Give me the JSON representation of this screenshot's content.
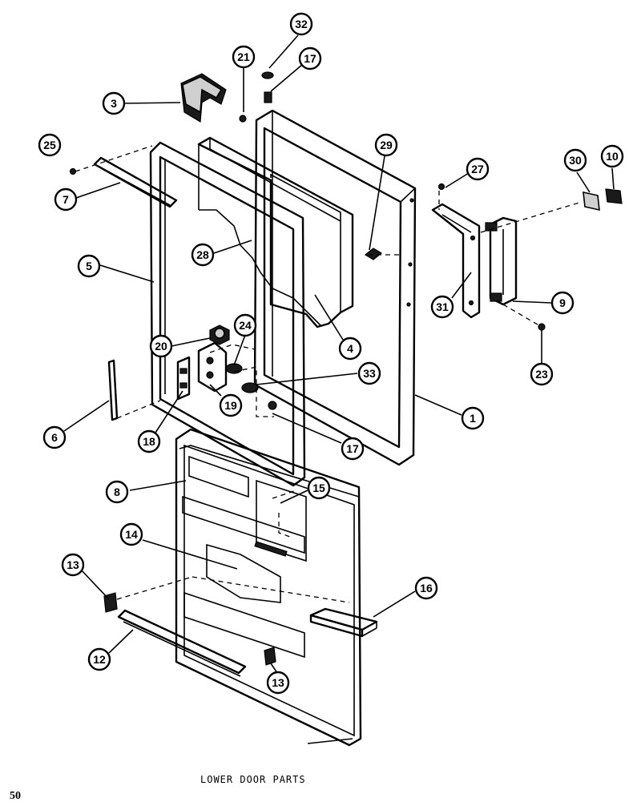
{
  "caption": "LOWER DOOR PARTS",
  "page_number": "50",
  "callouts": [
    "32",
    "21",
    "17",
    "3",
    "25",
    "29",
    "27",
    "30",
    "10",
    "7",
    "28",
    "5",
    "31",
    "9",
    "24",
    "20",
    "4",
    "33",
    "23",
    "1",
    "19",
    "6",
    "8",
    "18",
    "17",
    "15",
    "14",
    "13",
    "16",
    "12",
    "13"
  ]
}
